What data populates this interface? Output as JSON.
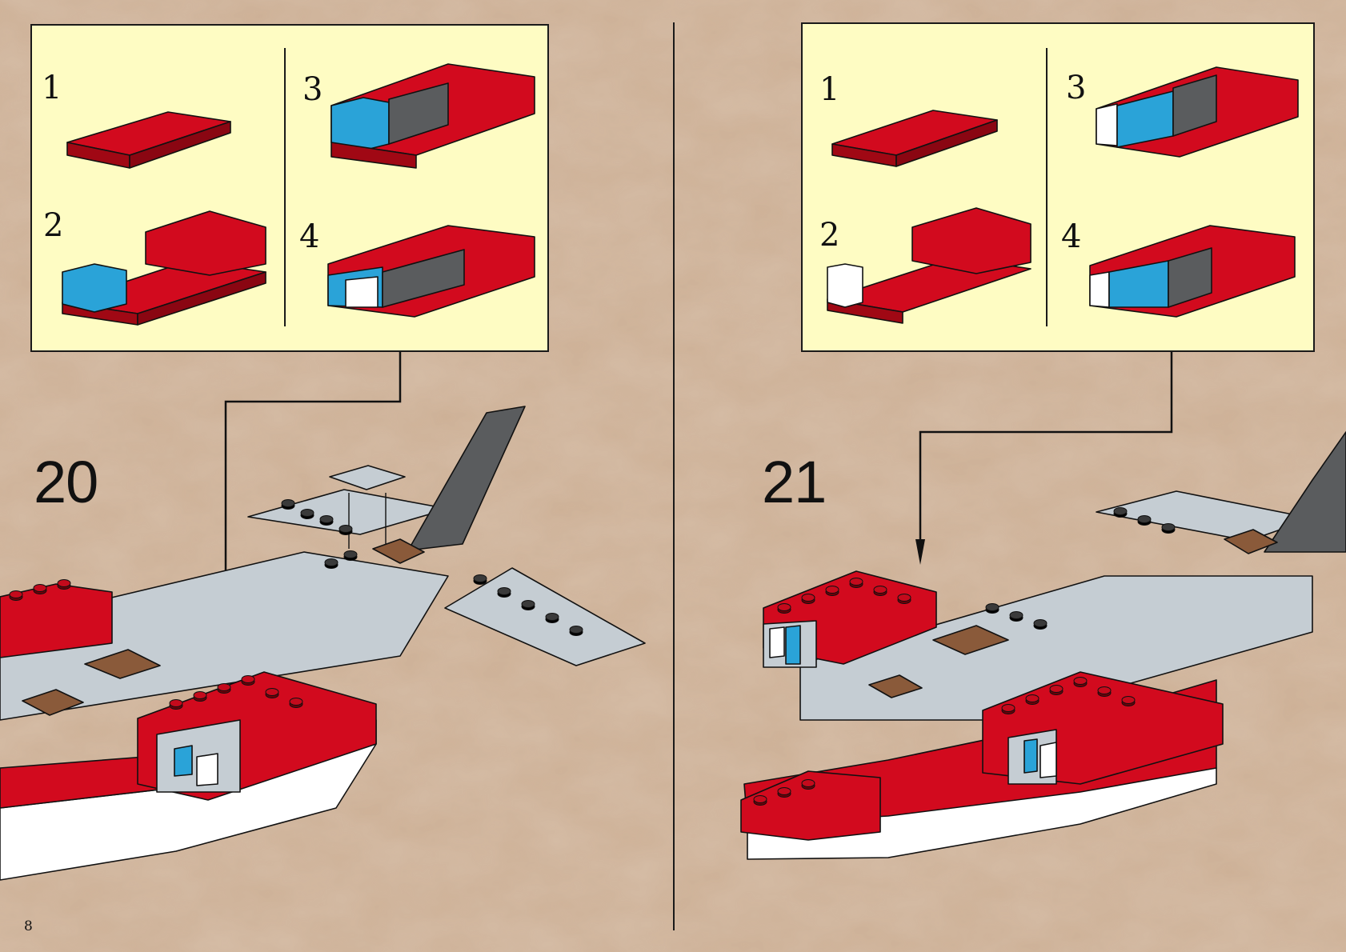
{
  "page": {
    "number": "8"
  },
  "steps": [
    {
      "number": "20",
      "substeps": [
        "1",
        "2",
        "3",
        "4"
      ]
    },
    {
      "number": "21",
      "substeps": [
        "1",
        "2",
        "3",
        "4"
      ]
    }
  ],
  "colors": {
    "background": "#cdb096",
    "panel": "#fefcc3",
    "brick_red": "#d20a1e",
    "brick_blue": "#2aa3d8",
    "light_gray": "#c5cdd3",
    "dark_gray": "#5a5c5e",
    "brown": "#8a5a3a"
  }
}
